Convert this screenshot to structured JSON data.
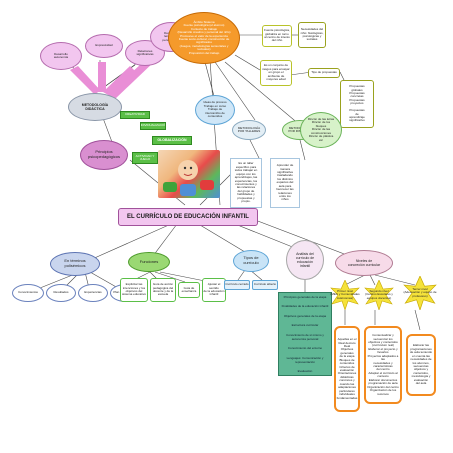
{
  "center": {
    "title": "EL CURRÍCULO DE EDUCACIÓN INFANTIL"
  },
  "top_oval": {
    "text": "Ámbito Sistema\nFuente psicológica (el alumno)\nContexto de trabajo\n(Desarrollo creativo y personal del niño)\nPromueve el valor de la experiencia\nFuente socio-cultural, construcción de significados\n(Juegos, metodologías sensoriales y textuales)\nProposición del trabajo"
  },
  "right_top": {
    "box1": "Fuente psicológica,\nglobaliza en torno\nal centro de interés\ndel niño",
    "box2": "Necesidades del\nniño: fisiológicas,\npsicológicas y\nsociales",
    "box3": "Es un conjunto de\nrasgos para ensayar\nen grupo el\nambiente de\nmayores edad",
    "box4": "Tipo de propuestas",
    "box5": "Propuestas\nglobales\nPropuestas\nconcretas\nPropuestas\nproyectos\n\nPropuestas\nde\naprendizaje\nsignificativo"
  },
  "metodologia": {
    "title": "METODOLOGÍA\nDIDÁCTICA",
    "clouds": [
      "Desarrollo\nautonomía",
      "Expresividad",
      "Relaciones\nsignificativas",
      "Desarrollo\nlenguaje y\npensamiento"
    ]
  },
  "principios": {
    "title": "Principios\npsicopedagógicos",
    "labels": [
      "CREATIVIDAD",
      "GLOBALIZACIÓN",
      "ACTIVIDAD Y\nJUEGO",
      "INDIVIDUALIZACIÓN"
    ]
  },
  "middle": {
    "m1": "Ideas de proceso\nTrabajo en curso\nTrabajo de\nintercambio de\ncontenidos",
    "m2": "METODOLOGÍA\nPOR TALLERES",
    "m3": "METODOLOGÍA\nPOR RINCONES",
    "m4": "Es un taller\nespecífico para\ntodos trabajar en\nequipo con los\naprendizajes, las\nexperiencias, los\nconocimientos y\nlas relaciones\ndel grupo de\nhabilidades y\npropuestas y\npropio.",
    "m5": "Aprender de\nmanera\nsignificativa\ntrasladando\nlos distintos\nespacios del\naula para\nfavorecer las\nrelaciones\nentre los\nniños",
    "m6": "Rincón de las letras\nRincón de los\nbloques\nRincón de las\nconstrucciones\nRincón de plástica\netc"
  },
  "branches": {
    "b1": "En términos\npolisémicos",
    "b2": "Funciones",
    "b3": "Tipos de\ncurrículo",
    "b4": "Análisis del\ncurrículo de\neducación\ninfantil",
    "b5": "Niveles de\nconcreción curricular"
  },
  "b1_clouds": [
    "Conocimientos",
    "Resultados",
    "Experiencias",
    "Plan de instrucción"
  ],
  "b2_items": [
    "Explicitar las\nintenciones y los\nobjetivos del\nsistema educativo",
    "Guía de acción\npedagógica del\ndocente y de la\nescuela",
    "Guía de\nenseñanza",
    "Ajustar el sentido\nde la educación\ninfantil"
  ],
  "b3_items": [
    "Currículo cerrado",
    "Currículo abierto"
  ],
  "b4_items": [
    "Principios generales de la etapa",
    "Finalidades de la educación infantil",
    "Objetivos generales de la etapa",
    "Estructura curricular",
    "Conocimiento de sí mismo y autonomía personal",
    "Conocimiento del entorno",
    "Lenguajes: Comunicación y representación",
    "Evaluación"
  ],
  "b5_stars": [
    "Primer nivel\n(MEC y Comunidades\nAutónomas)",
    "Segundo nivel\n(Centros Escolares y\nequipos docentes)",
    "Tercer nivel\n(Adecuación y equipo de\nprofesores)"
  ],
  "b5_boxes": [
    "Aquellas en el\nReal decreto Real\nObjetivos generales\nde la etapa\nBloques de\ncontenidos\nCriterios de\nevaluación\nOrientaciones\ndidácticas\nconcretos y\ncuando las\nadaptaciones\nparticulares\nindividuales\nfundamentadas",
    "Contextualizar y secuenciar los\nobjetivos y contenidos\n(currículum real)\nElaborar el proyecto y llevarlos\nProyectos adaptados a las\nnecesidades y características\ndel centro\nAdaptar el currículo al contexto\nElaborar documentos\nprogramación de aula\nOrganización del centro\nOrganización de los\nrecursos",
    "Elaborar las\nprogramaciones\nde aula teniendo\nen cuenta las\nnecesidades de\nlos alumnos,\nsecuencias\nobjetivos y\ncontenidos,\nmetodología y\nevaluación\ndel aula"
  ],
  "colors": {
    "pink": "#d98fd0",
    "green": "#5bbf47",
    "orange": "#f28a1f",
    "teal": "#5fb795",
    "blue": "#cfe6f7"
  },
  "image": {
    "icon": "child-painting-photo"
  }
}
